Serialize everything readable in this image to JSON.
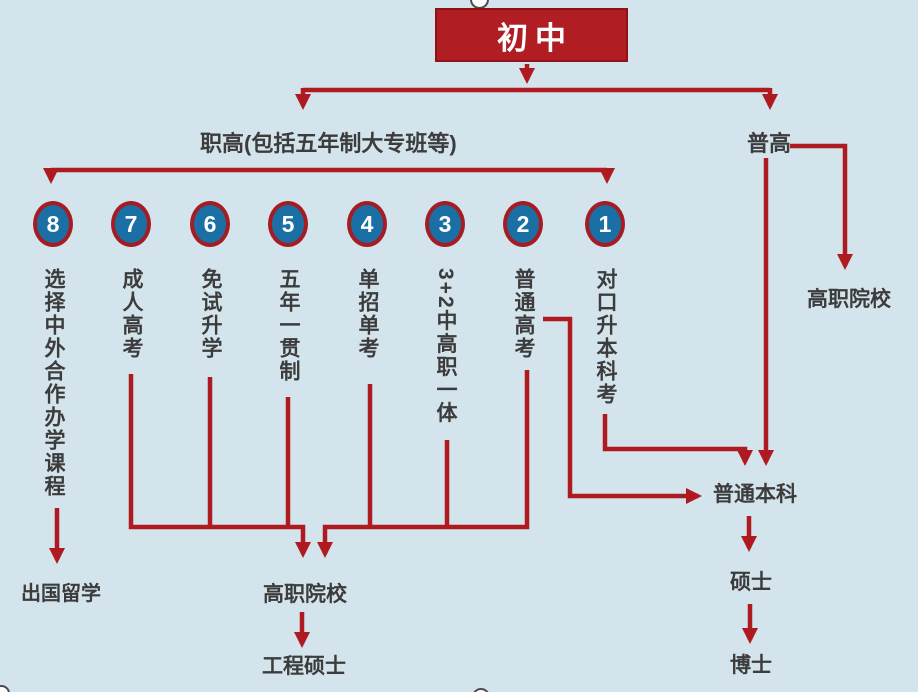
{
  "title": {
    "root": "初中"
  },
  "branches": {
    "vocational_high": "职高(包括五年制大专班等)",
    "regular_high": "普高"
  },
  "paths": [
    {
      "num": "8",
      "label": "选择中外合作办学课程"
    },
    {
      "num": "7",
      "label": "成人高考"
    },
    {
      "num": "6",
      "label": "免试升学"
    },
    {
      "num": "5",
      "label": "五年一贯制"
    },
    {
      "num": "4",
      "label": "单招单考"
    },
    {
      "num": "3",
      "label": "3+2中高职一体"
    },
    {
      "num": "2",
      "label": "普通高考"
    },
    {
      "num": "1",
      "label": "对口升本科考"
    }
  ],
  "outcomes": {
    "study_abroad": "出国留学",
    "vocational_college_mid": "高职院校",
    "engineering_master": "工程硕士",
    "regular_undergraduate": "普通本科",
    "master": "硕士",
    "doctor": "博士",
    "vocational_college_right": "高职院校"
  },
  "edges": [
    {
      "from": "初中",
      "to": "职高(包括五年制大专班等)"
    },
    {
      "from": "初中",
      "to": "普高"
    },
    {
      "from": "职高",
      "to": "路径8"
    },
    {
      "from": "职高",
      "to": "路径1"
    },
    {
      "from": "选择中外合作办学课程",
      "to": "出国留学"
    },
    {
      "from": "成人高考",
      "to": "高职院校"
    },
    {
      "from": "免试升学",
      "to": "高职院校"
    },
    {
      "from": "五年一贯制",
      "to": "高职院校"
    },
    {
      "from": "单招单考",
      "to": "高职院校"
    },
    {
      "from": "3+2中高职一体",
      "to": "高职院校"
    },
    {
      "from": "普通高考",
      "to": "高职院校"
    },
    {
      "from": "普通高考",
      "to": "普通本科"
    },
    {
      "from": "对口升本科考",
      "to": "普通本科"
    },
    {
      "from": "普高",
      "to": "普通本科"
    },
    {
      "from": "普高",
      "to": "高职院校(右)"
    },
    {
      "from": "高职院校",
      "to": "工程硕士"
    },
    {
      "from": "普通本科",
      "to": "硕士"
    },
    {
      "from": "硕士",
      "to": "博士"
    }
  ],
  "colors": {
    "background": "#d3e4ec",
    "arrow_red": "#ae1a20",
    "root_box_fill": "#b01e23",
    "root_box_border": "#8e1216",
    "circle_fill": "#1a6fa5",
    "circle_ring": "#a51d23",
    "text": "#3c3c3c"
  }
}
